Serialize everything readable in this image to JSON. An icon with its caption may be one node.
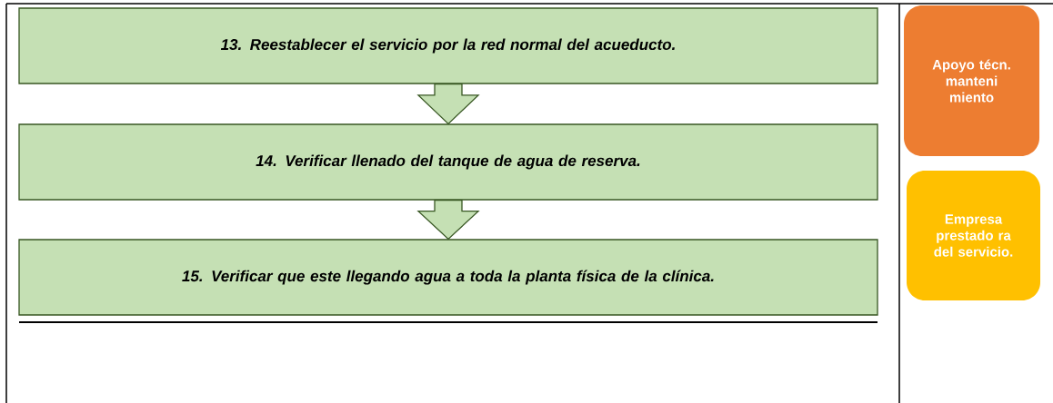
{
  "diagram": {
    "nodes": [
      {
        "text": [
          "13. Reestablecer el servicio por la red normal del acueducto."
        ]
      },
      {
        "text": [
          "14. Verificar llenado del tanque de agua de reserva."
        ]
      },
      {
        "text": [
          "15. Verificar que este llegando agua a toda la planta física de la clínica."
        ]
      },
      {
        "text": [
          "Apoyo técn. manteni miento"
        ]
      },
      {
        "text": [
          "Empresa prestado ra del servicio."
        ]
      }
    ],
    "edges": [
      {
        "from": 0,
        "to": 1,
        "arrow": "to"
      },
      {
        "from": 1,
        "to": 2,
        "arrow": "to"
      }
    ]
  }
}
